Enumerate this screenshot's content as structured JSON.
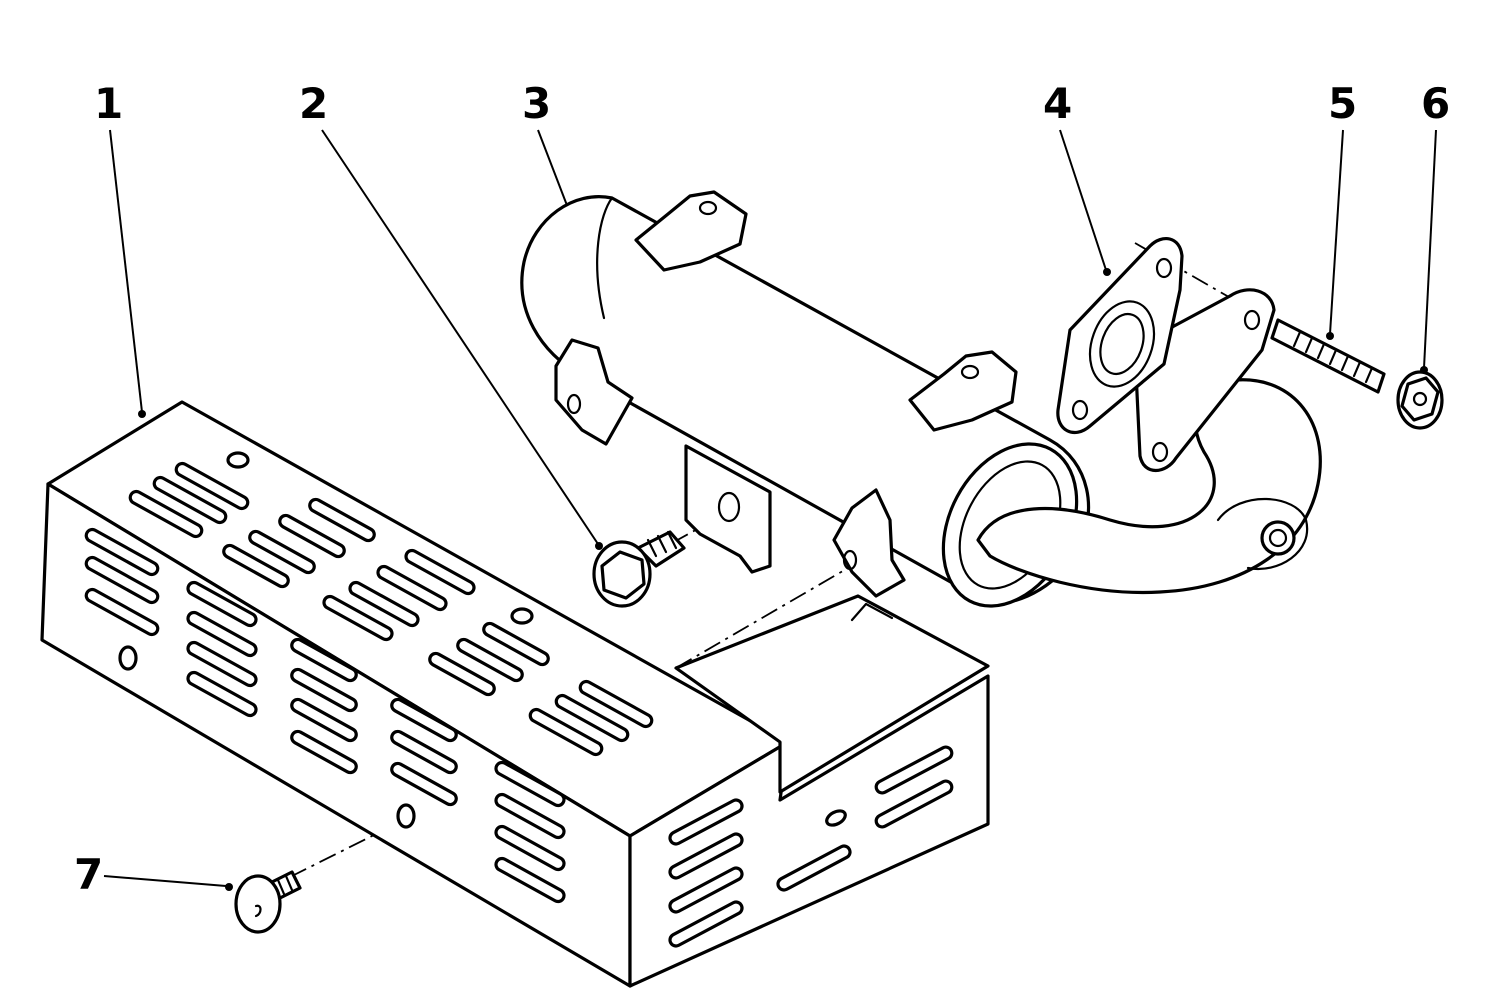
{
  "figure": {
    "callouts": [
      {
        "id": "1",
        "text": "1"
      },
      {
        "id": "2",
        "text": "2"
      },
      {
        "id": "3",
        "text": "3"
      },
      {
        "id": "4",
        "text": "4"
      },
      {
        "id": "5",
        "text": "5"
      },
      {
        "id": "6",
        "text": "6"
      },
      {
        "id": "7",
        "text": "7"
      }
    ],
    "colors": {
      "ink": "#000000",
      "paper": "#ffffff"
    }
  }
}
